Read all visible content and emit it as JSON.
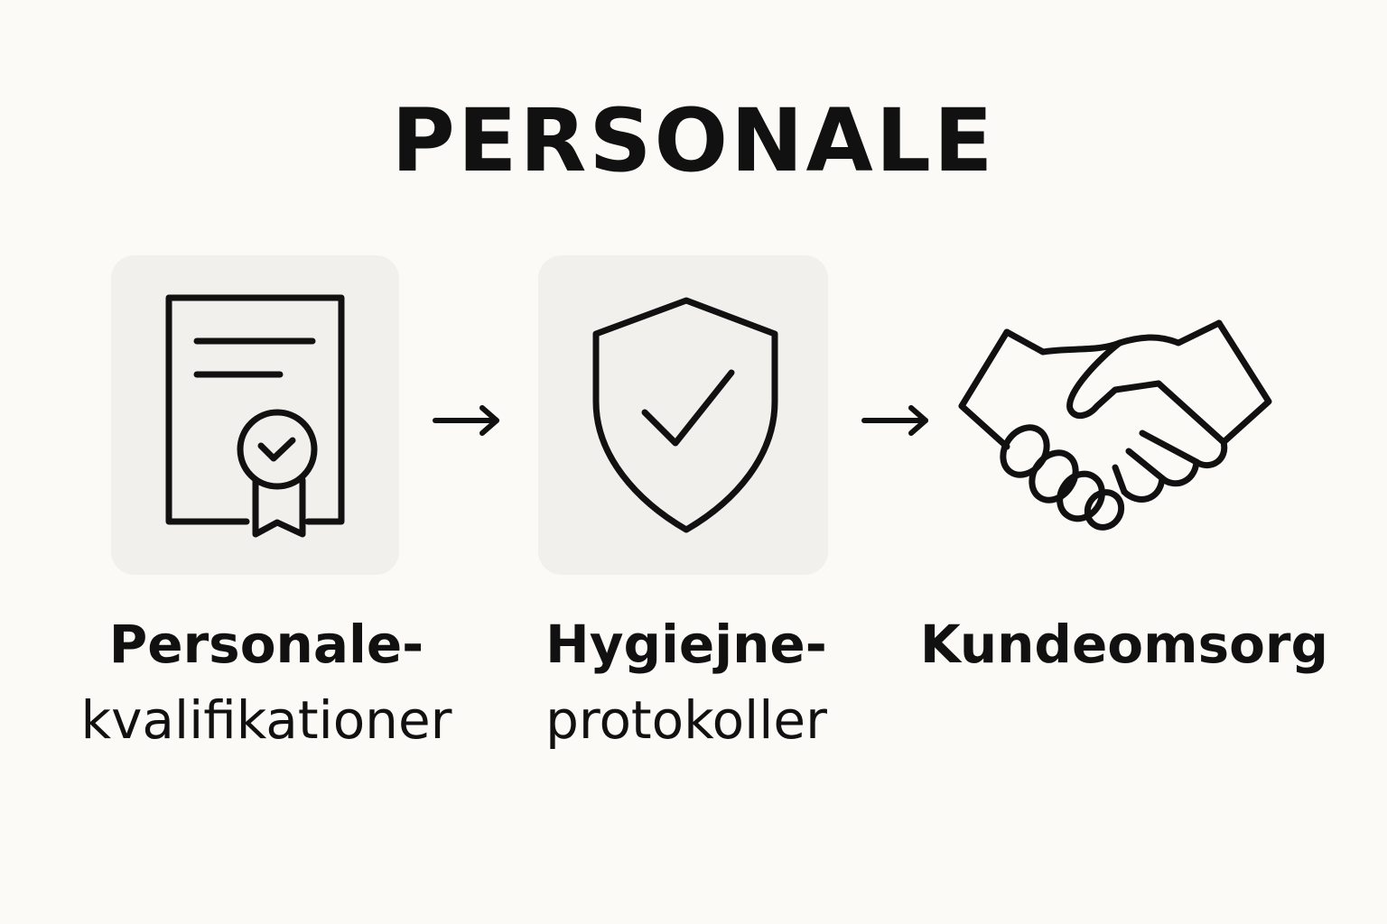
{
  "title": "PERSONALE",
  "steps": [
    {
      "label_line1": "Personale-",
      "label_line2": "kvalifikationer",
      "icon": "certificate-icon"
    },
    {
      "label_line1": "Hygiejne-",
      "label_line2": "protokoller",
      "icon": "shield-check-icon"
    },
    {
      "label_line1": "Kundeomsorg",
      "label_line2": "",
      "icon": "handshake-icon"
    }
  ],
  "arrows": [
    "→",
    "→"
  ],
  "colors": {
    "background": "#fbfaf6",
    "tile": "#f1f0ec",
    "ink": "#111111"
  }
}
